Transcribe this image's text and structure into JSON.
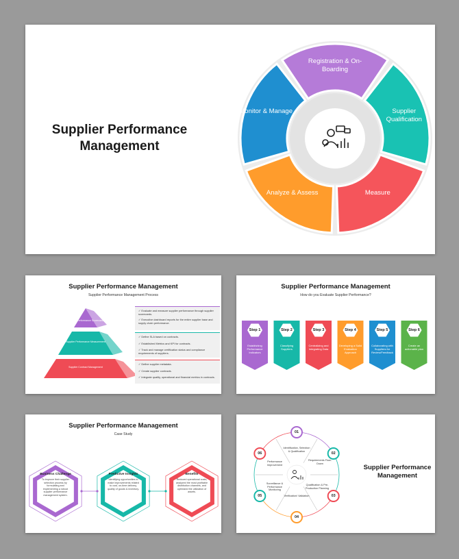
{
  "slide1": {
    "title": "Supplier Performance Management",
    "segments": [
      {
        "label": "Registration & On-Boarding",
        "color": "#b57bd8"
      },
      {
        "label": "Supplier Qualification",
        "color": "#19c2b3"
      },
      {
        "label": "Measure",
        "color": "#f5555b"
      },
      {
        "label": "Analyze & Assess",
        "color": "#ff9c2c"
      },
      {
        "label": "Monitor & Manage",
        "color": "#1f8fd0"
      }
    ],
    "center_icon": "manager-analytics-icon"
  },
  "slide2": {
    "title": "Supplier Performance Management",
    "subtitle": "Supplier Performance Management Process",
    "pyramid": [
      {
        "label": "Supplier Performance Scorecards",
        "color": "#a968d0"
      },
      {
        "label": "Supplier Performance Measurement",
        "color": "#17b8a8"
      },
      {
        "label": "Supplier Contract Management",
        "color": "#ef4b55"
      }
    ],
    "groups": [
      {
        "color": "#a968d0",
        "items": [
          "Evaluate and measure supplier performance through supplier scorecards.",
          "Executive dashboard reports for the entire supplier base and supply chain performance."
        ]
      },
      {
        "color": "#17b8a8",
        "items": [
          "Define SLA based on contracts.",
          "Established Metrics and KPI for contracts.",
          "Track and manage certification status and compliance requirements of suppliers."
        ]
      },
      {
        "color": "#ef4b55",
        "items": [
          "Define supplier metadata.",
          "Create supplier contracts.",
          "Integrate quality, operational and financial metrics in contracts."
        ]
      }
    ]
  },
  "slide3": {
    "title": "Supplier Performance Management",
    "subtitle": "How do you Evaluate Supplier Performance?",
    "steps": [
      {
        "step": "Step 1",
        "text": "Establishing Performance Indicators",
        "color": "#a968d0"
      },
      {
        "step": "Step 2",
        "text": "Classifying Suppliers",
        "color": "#17b8a8"
      },
      {
        "step": "Step 3",
        "text": "Centralizing and Integrating Data",
        "color": "#ef4b55"
      },
      {
        "step": "Step 4",
        "text": "Developing a Solid Evaluation Approach",
        "color": "#ff9c2c"
      },
      {
        "step": "Step 5",
        "text": "Collaborating with Suppliers for Review/Feedback",
        "color": "#1f8fd0"
      },
      {
        "step": "Step 6",
        "text": "Create an actionable plan",
        "color": "#5bb34a"
      }
    ]
  },
  "slide4": {
    "title": "Supplier Performance Management",
    "subtitle": "Case Study",
    "hexes": [
      {
        "title": "Business Challenge",
        "text": "To improve their supplier selection process by formulating and implementing a robust supplier performance management system.",
        "color": "#a968d0"
      },
      {
        "title": "Predictive Insights",
        "text": "Identifying opportunities to make improvements related to cost, on-time delivery, quality of goods & inventory.",
        "color": "#17b8a8"
      },
      {
        "title": "Benefits",
        "text": "Reduced operational costs, analyzed the most profitable distribution channels, and optimized the utilization of assets.",
        "color": "#ef4b55"
      }
    ]
  },
  "slide5": {
    "title": "Supplier Performance Management",
    "nodes": [
      {
        "num": "01",
        "label": "Identification, Selection & Qualification",
        "color": "#a968d0"
      },
      {
        "num": "02",
        "label": "Requirements Flow-Down",
        "color": "#17b8a8"
      },
      {
        "num": "03",
        "label": "Qualification & Pre-Production Planning",
        "color": "#ef4b55"
      },
      {
        "num": "04",
        "label": "Verification/ Validation",
        "color": "#ff9c2c"
      },
      {
        "num": "05",
        "label": "Surveillance & Performance Monitoring",
        "color": "#17b8a8"
      },
      {
        "num": "06",
        "label": "Performance Improvement",
        "color": "#ef4b55"
      }
    ]
  }
}
